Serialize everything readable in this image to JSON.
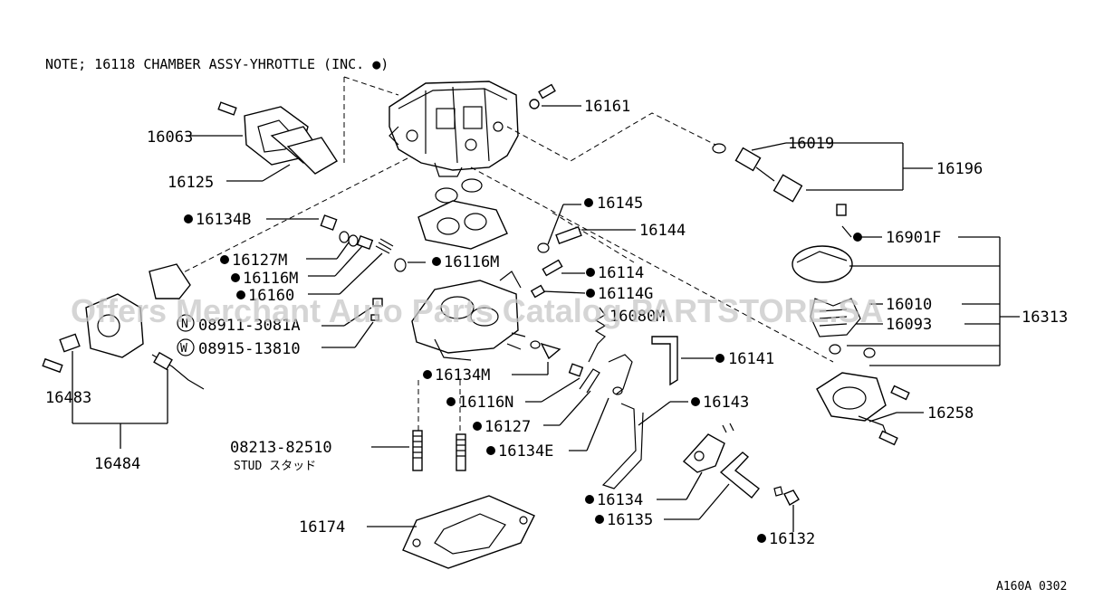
{
  "note": "NOTE; 16118 CHAMBER ASSY-YHROTTLE (INC. ●)",
  "watermark": "Offers Merchant Auto Parts Catalog PARTSTORE.SA",
  "diagram_code": "A160A 0302",
  "labels": {
    "p16161": "16161",
    "p16063": "16063",
    "p16125": "16125",
    "p16019": "16019",
    "p16196": "16196",
    "p16145": "16145",
    "p16144": "16144",
    "p16134B": "16134B",
    "p16127M": "16127M",
    "p16116M_a": "16116M",
    "p16116M_b": "16116M",
    "p16160": "16160",
    "p16114": "16114",
    "p16114G": "16114G",
    "p16901F": "16901F",
    "p16010": "16010",
    "p16093": "16093",
    "p16313": "16313",
    "p08911": "08911-3081A",
    "p08915": "08915-13810",
    "p16080M": "16080M",
    "p16141": "16141",
    "p16134M": "16134M",
    "p16116N": "16116N",
    "p16143": "16143",
    "p16127": "16127",
    "p16134E": "16134E",
    "p16258": "16258",
    "p16483": "16483",
    "p16484": "16484",
    "p08213": "08213-82510",
    "stud": "STUD スタッド",
    "p16134": "16134",
    "p16135": "16135",
    "p16174": "16174",
    "p16132": "16132",
    "circ_n": "N",
    "circ_w": "W"
  }
}
